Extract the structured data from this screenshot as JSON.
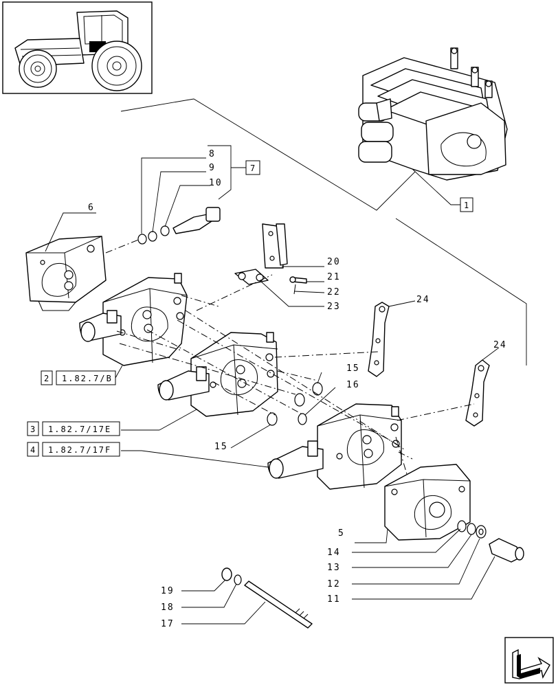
{
  "diagram": {
    "labels": {
      "l1": "1",
      "l5": "5",
      "l6": "6",
      "l7": "7",
      "l8": "8",
      "l9": "9",
      "l10": "10",
      "l11": "11",
      "l12": "12",
      "l13": "13",
      "l14": "14",
      "l15a": "15",
      "l15b": "15",
      "l16": "16",
      "l17": "17",
      "l18": "18",
      "l19": "19",
      "l20": "20",
      "l21": "21",
      "l22": "22",
      "l23": "23",
      "l24a": "24",
      "l24b": "24"
    },
    "references": [
      {
        "num": "2",
        "code": "1.82.7/B"
      },
      {
        "num": "3",
        "code": "1.82.7/17E"
      },
      {
        "num": "4",
        "code": "1.82.7/17F"
      }
    ]
  },
  "icons": {
    "thumbnail": "tractor-locator-icon",
    "nav": "page-turn-arrow-icon"
  }
}
